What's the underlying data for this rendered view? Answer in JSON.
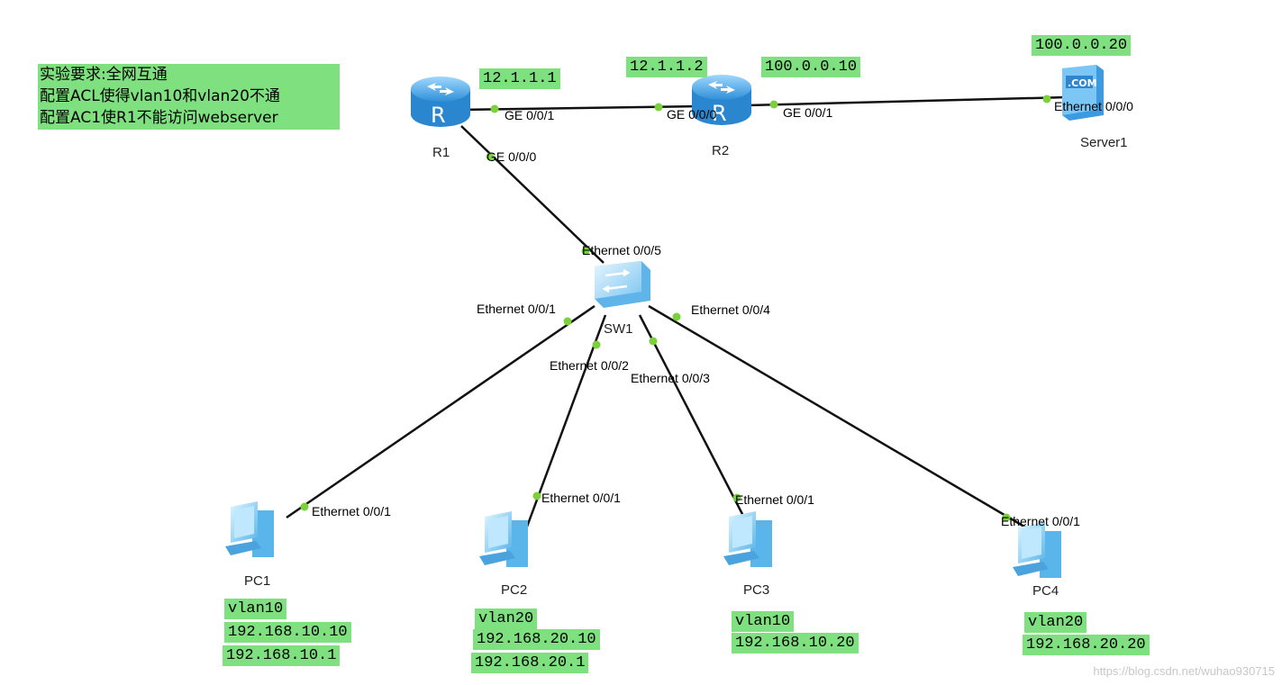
{
  "requirements": {
    "lines": [
      "实验要求:全网互通",
      "配置ACL使得vlan10和vlan20不通",
      "配置AC1使R1不能访问webserver"
    ]
  },
  "devices": {
    "r1": {
      "name": "R1",
      "ip": "12.1.1.1",
      "icon": "router-icon"
    },
    "r2": {
      "name": "R2",
      "ip_left": "12.1.1.2",
      "ip_right": "100.0.0.10",
      "icon": "router-icon"
    },
    "server1": {
      "name": "Server1",
      "ip": "100.0.0.20",
      "icon": "server-icon",
      "badge": ".COM"
    },
    "sw1": {
      "name": "SW1",
      "icon": "switch-icon"
    },
    "pc1": {
      "name": "PC1",
      "vlan": "vlan10",
      "ip": "192.168.10.10",
      "gateway": "192.168.10.1",
      "icon": "pc-icon"
    },
    "pc2": {
      "name": "PC2",
      "vlan": "vlan20",
      "ip": "192.168.20.10",
      "gateway": "192.168.20.1",
      "icon": "pc-icon"
    },
    "pc3": {
      "name": "PC3",
      "vlan": "vlan10",
      "ip": "192.168.10.20",
      "icon": "pc-icon"
    },
    "pc4": {
      "name": "PC4",
      "vlan": "vlan20",
      "ip": "192.168.20.20",
      "icon": "pc-icon"
    }
  },
  "ports": {
    "r1_r2": "GE 0/0/1",
    "r2_r1": "GE 0/0/0",
    "r2_srv": "GE 0/0/1",
    "srv": "Ethernet 0/0/0",
    "r1_sw": "GE 0/0/0",
    "sw_r1": "Ethernet 0/0/5",
    "sw_pc1": "Ethernet 0/0/1",
    "sw_pc2": "Ethernet 0/0/2",
    "sw_pc3": "Ethernet 0/0/3",
    "sw_pc4": "Ethernet 0/0/4",
    "pc1": "Ethernet 0/0/1",
    "pc2": "Ethernet 0/0/1",
    "pc3": "Ethernet 0/0/1",
    "pc4": "Ethernet 0/0/1"
  },
  "colors": {
    "label_bg": "#7fe07f",
    "port_dot": "#7ad13a",
    "router": "#4aa8e8",
    "link": "#111111"
  },
  "watermark": "https://blog.csdn.net/wuhao930715"
}
